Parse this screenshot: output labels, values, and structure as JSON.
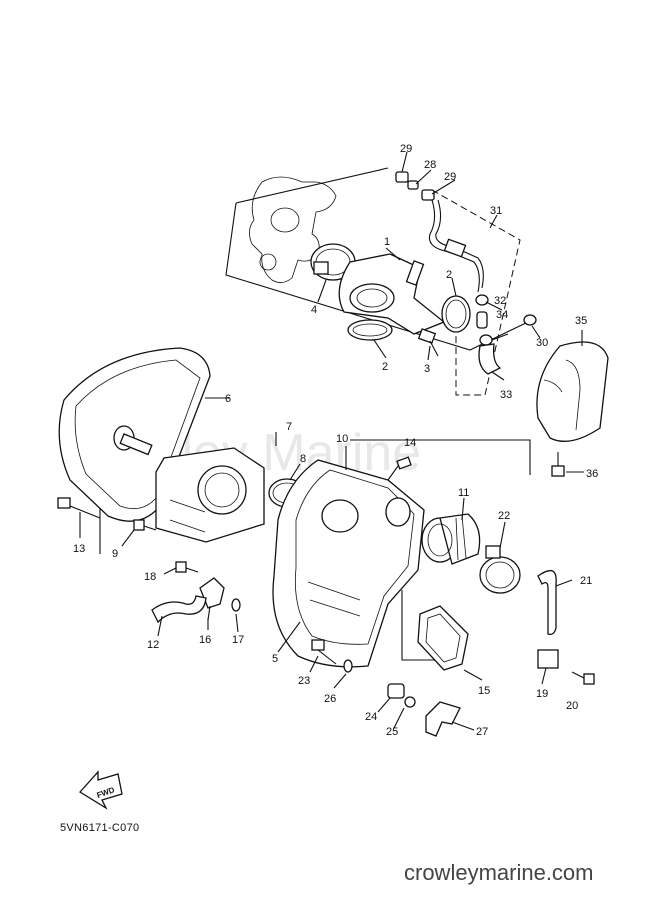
{
  "diagram": {
    "drawing_code": "5VN6171-C070",
    "website": "crowleymarine.com",
    "watermark": "Crowley Marine",
    "fwd_label": "FWD",
    "parts": [
      {
        "num": "1"
      },
      {
        "num": "2"
      },
      {
        "num": "2"
      },
      {
        "num": "3"
      },
      {
        "num": "4"
      },
      {
        "num": "5"
      },
      {
        "num": "6"
      },
      {
        "num": "7"
      },
      {
        "num": "8"
      },
      {
        "num": "9"
      },
      {
        "num": "10"
      },
      {
        "num": "11"
      },
      {
        "num": "12"
      },
      {
        "num": "13"
      },
      {
        "num": "14"
      },
      {
        "num": "15"
      },
      {
        "num": "16"
      },
      {
        "num": "17"
      },
      {
        "num": "18"
      },
      {
        "num": "19"
      },
      {
        "num": "20"
      },
      {
        "num": "21"
      },
      {
        "num": "22"
      },
      {
        "num": "23"
      },
      {
        "num": "24"
      },
      {
        "num": "25"
      },
      {
        "num": "26"
      },
      {
        "num": "27"
      },
      {
        "num": "28"
      },
      {
        "num": "29"
      },
      {
        "num": "29"
      },
      {
        "num": "30"
      },
      {
        "num": "31"
      },
      {
        "num": "32"
      },
      {
        "num": "33"
      },
      {
        "num": "34"
      },
      {
        "num": "35"
      },
      {
        "num": "36"
      }
    ]
  }
}
